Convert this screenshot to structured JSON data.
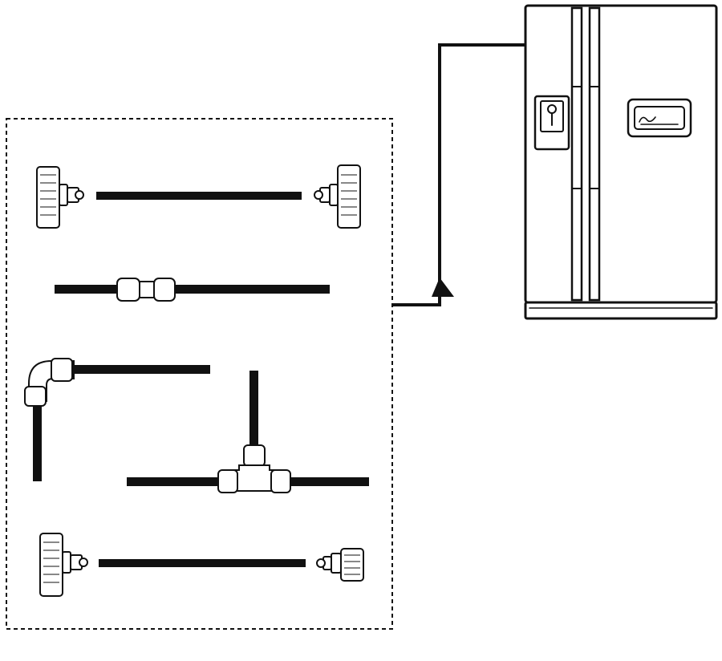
{
  "diagram": {
    "colors": {
      "line": "#111111",
      "fitting_fill": "#ffffff",
      "background": "#ffffff"
    },
    "parts": [
      {
        "name": "refrigerator",
        "icon": "side-by-side-refrigerator-icon"
      },
      {
        "name": "water-line",
        "icon": "tubing-icon"
      },
      {
        "name": "fittings-kit",
        "icon": "dashed-box"
      }
    ],
    "kit_items": [
      "compression-adapter-tube",
      "straight-union-connector",
      "elbow-connector",
      "tee-connector",
      "compression-adapter-tube"
    ]
  }
}
